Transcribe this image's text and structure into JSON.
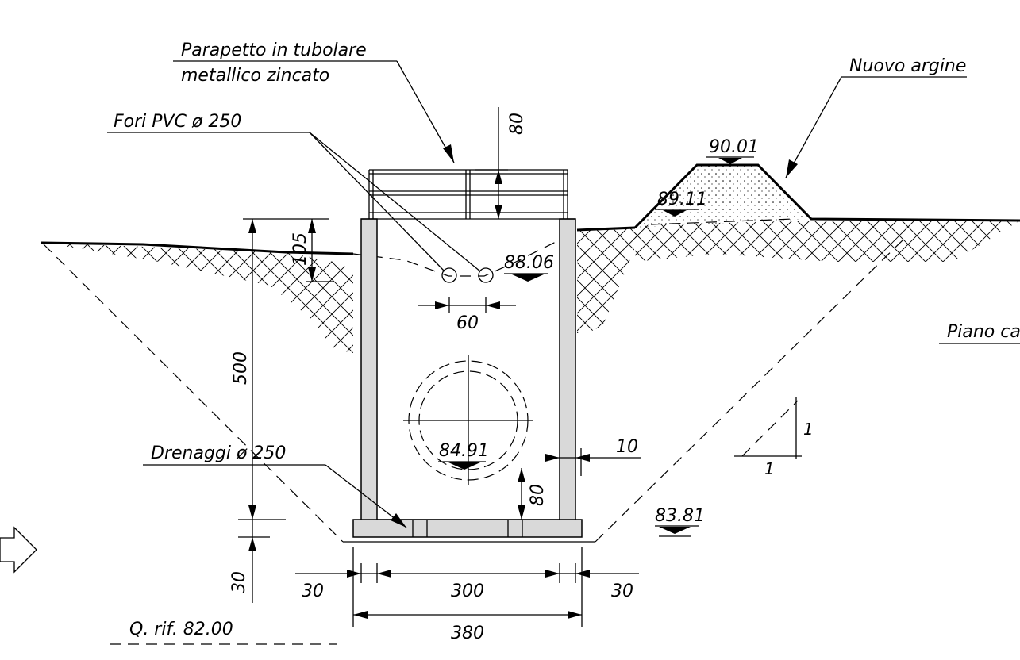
{
  "labels": {
    "parapet_line1": "Parapetto in tubolare",
    "parapet_line2": "metallico zincato",
    "holes": "Fori PVC ø 250",
    "new_embankment": "Nuovo argine",
    "drains": "Drenaggi ø 250",
    "reference_level": "Q. rif. 82.00",
    "ground_plane": "Piano ca"
  },
  "elevations": {
    "embankment_top": "90.01",
    "embankment_base": "89.11",
    "holes_level": "88.06",
    "pipe_axis": "84.91",
    "foundation": "83.81"
  },
  "dimensions": {
    "parapet_height": "80",
    "hole_depth": "105",
    "hole_spacing": "60",
    "wall_height": "500",
    "wall_thickness": "10",
    "pipe_clearance": "80",
    "base_thickness": "30",
    "left_offset": "30",
    "inner_width": "300",
    "right_offset": "30",
    "total_width": "380"
  },
  "slope": {
    "vertical": "1",
    "horizontal": "1"
  }
}
